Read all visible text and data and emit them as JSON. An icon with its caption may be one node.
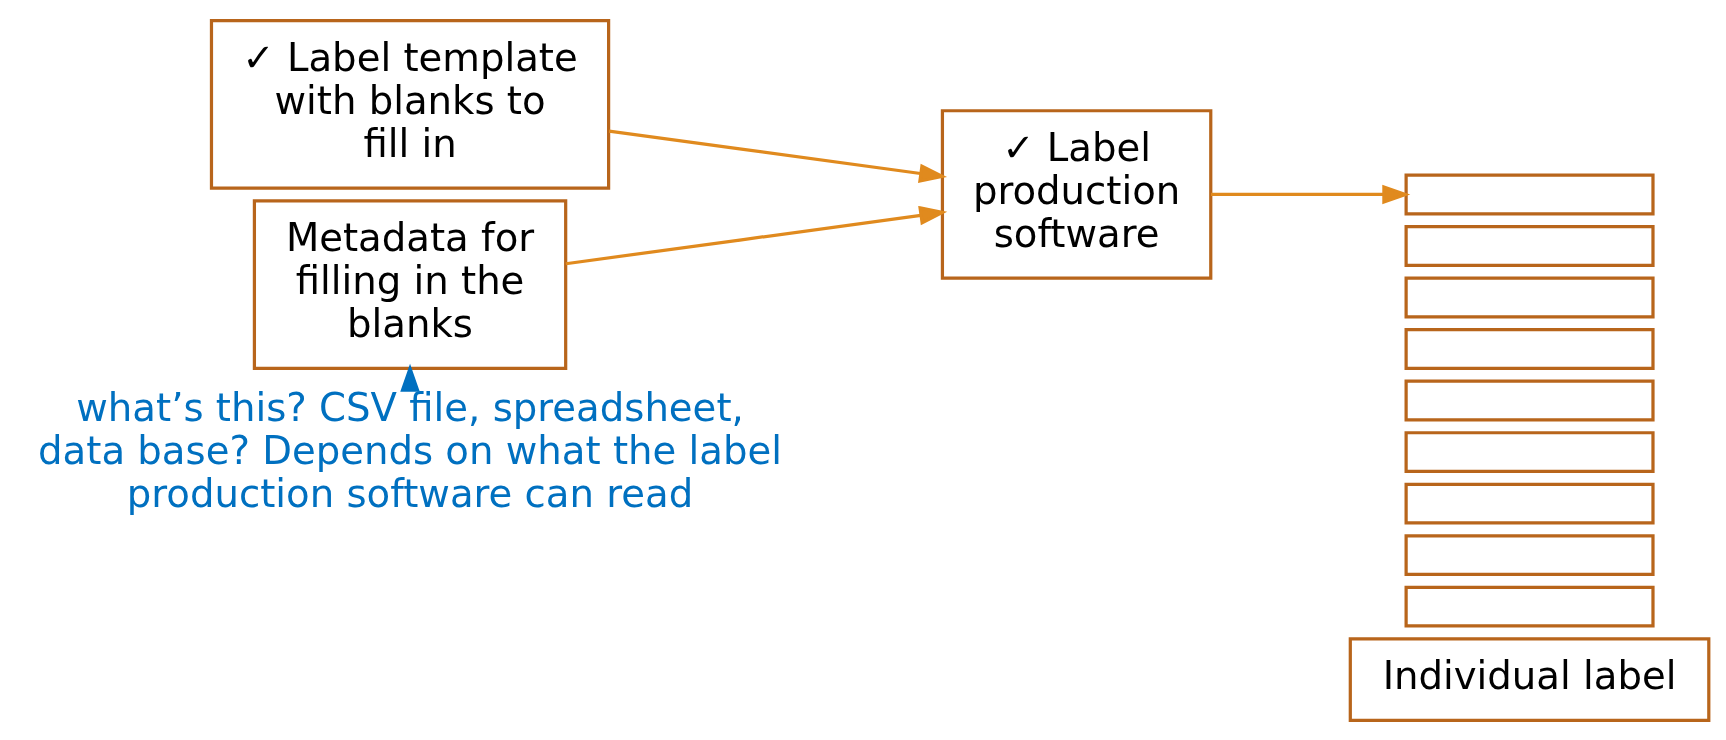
{
  "diagram": {
    "nodes": [
      {
        "text": [
          "✓ Label template with blanks to fill in"
        ]
      },
      {
        "text": [
          "Metadata for filling in the blanks"
        ]
      },
      {
        "text": [
          "✓ Label production software"
        ]
      },
      {
        "text": [],
        "shape": "box"
      },
      {
        "text": [],
        "shape": "box"
      },
      {
        "text": [],
        "shape": "box"
      },
      {
        "text": [],
        "shape": "box"
      },
      {
        "text": [],
        "shape": "box"
      },
      {
        "text": [],
        "shape": "box"
      },
      {
        "text": [],
        "shape": "box"
      },
      {
        "text": [],
        "shape": "box"
      },
      {
        "text": [],
        "shape": "box"
      },
      {
        "text": [
          "Individual label"
        ]
      },
      {
        "text": [
          "what’s this? CSV file, spreadsheet, data base? Depends on what the label production software can read"
        ]
      }
    ],
    "edges": [
      {
        "from": 0,
        "to": 2,
        "arrow": "to"
      },
      {
        "from": 1,
        "to": 2,
        "arrow": "to"
      },
      {
        "from": 2,
        "to": 3,
        "arrow": "to"
      },
      {
        "from": 13,
        "to": 1,
        "arrow": "to",
        "color": "#0070c0"
      }
    ]
  }
}
